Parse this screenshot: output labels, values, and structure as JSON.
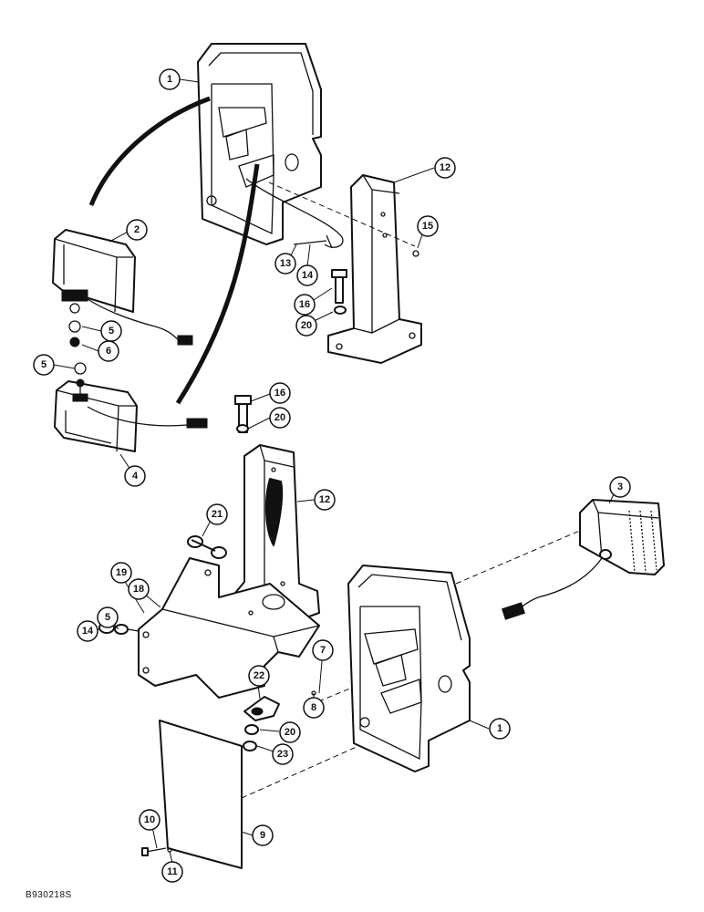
{
  "colors": {
    "line": "#111111",
    "background": "#ffffff"
  },
  "callouts": [
    {
      "id": "c1a",
      "label": "1"
    },
    {
      "id": "c2",
      "label": "2"
    },
    {
      "id": "c5a",
      "label": "5"
    },
    {
      "id": "c6",
      "label": "6"
    },
    {
      "id": "c5b",
      "label": "5"
    },
    {
      "id": "c4",
      "label": "4"
    },
    {
      "id": "c12a",
      "label": "12"
    },
    {
      "id": "c15",
      "label": "15"
    },
    {
      "id": "c13",
      "label": "13"
    },
    {
      "id": "c14a",
      "label": "14"
    },
    {
      "id": "c16a",
      "label": "16"
    },
    {
      "id": "c20a",
      "label": "20"
    },
    {
      "id": "c16b",
      "label": "16"
    },
    {
      "id": "c20b",
      "label": "20"
    },
    {
      "id": "c12b",
      "label": "12"
    },
    {
      "id": "c3",
      "label": "3"
    },
    {
      "id": "c21",
      "label": "21"
    },
    {
      "id": "c19",
      "label": "19"
    },
    {
      "id": "c18",
      "label": "18"
    },
    {
      "id": "c5c",
      "label": "5"
    },
    {
      "id": "c14b",
      "label": "14"
    },
    {
      "id": "c7",
      "label": "7"
    },
    {
      "id": "c8",
      "label": "8"
    },
    {
      "id": "c22",
      "label": "22"
    },
    {
      "id": "c20c",
      "label": "20"
    },
    {
      "id": "c23",
      "label": "23"
    },
    {
      "id": "c1b",
      "label": "1"
    },
    {
      "id": "c10",
      "label": "10"
    },
    {
      "id": "c11",
      "label": "11"
    },
    {
      "id": "c9",
      "label": "9"
    }
  ],
  "drawing_code": "B930218S"
}
